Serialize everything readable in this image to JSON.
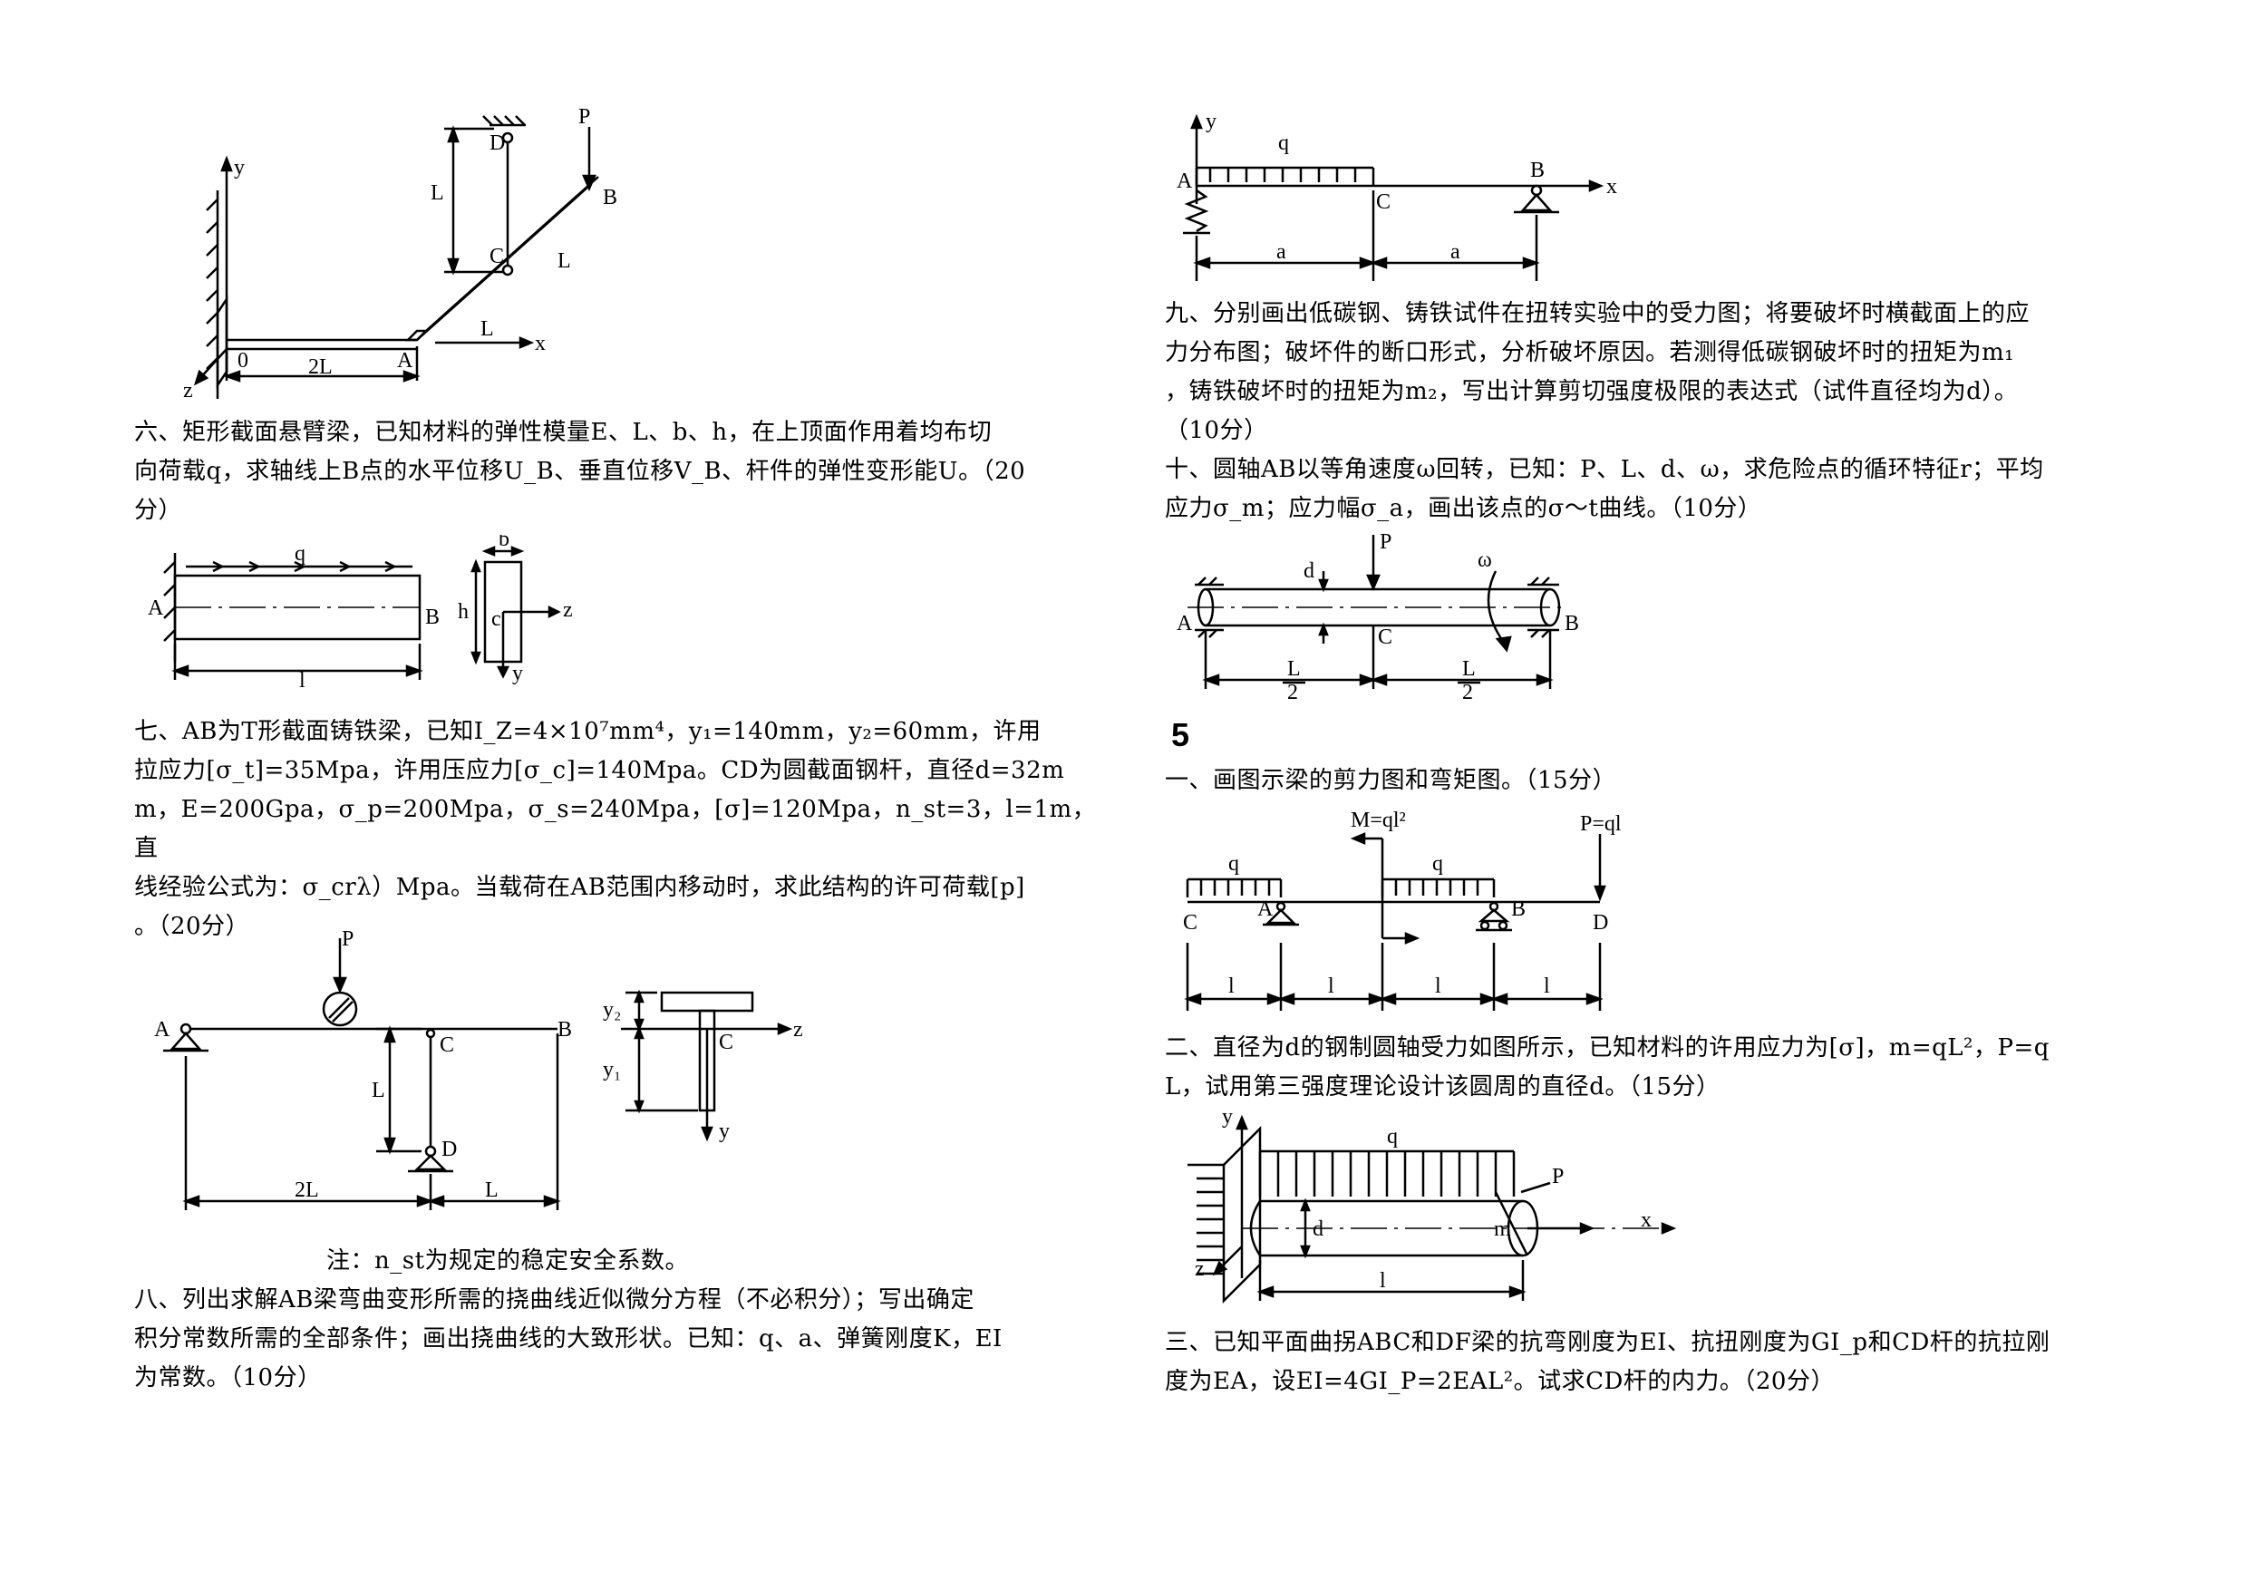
{
  "left": {
    "q6": {
      "lines": [
        "六、矩形截面悬臂梁，已知材料的弹性模量E、L、b、h，在上顶面作用着均布切",
        "向荷载q，求轴线上B点的水平位移U_B、垂直位移V_B、杆件的弹性变形能U。（20",
        "分）"
      ],
      "fig1_labels": {
        "P": "P",
        "D": "D",
        "L1": "L",
        "C": "C",
        "B": "B",
        "L2": "L",
        "y": "y",
        "O": "0",
        "A": "A",
        "L3": "L",
        "x": "x",
        "z": "z",
        "twoL": "2L"
      },
      "fig2_labels": {
        "q": "q",
        "A": "A",
        "B": "B",
        "l": "l",
        "b": "b",
        "h": "h",
        "c": "c",
        "z": "z",
        "y": "y"
      }
    },
    "q7": {
      "lines": [
        "七、AB为T形截面铸铁梁，已知I_Z=4×10⁷mm⁴，y₁=140mm，y₂=60mm，许用",
        "拉应力[σ_t]=35Mpa，许用压应力[σ_c]=140Mpa。CD为圆截面钢杆，直径d=32m",
        "m，E=200Gpa，σ_p=200Mpa，σ_s=240Mpa，[σ]=120Mpa，n_st=3，l=1m，直",
        "线经验公式为：σ_crλ）Mpa。当载荷在AB范围内移动时，求此结构的许可荷载[p]",
        "。（20分）"
      ],
      "fig_labels": {
        "P": "P",
        "A": "A",
        "B": "B",
        "C": "C",
        "D": "D",
        "L": "L",
        "twoL": "2L",
        "L2": "L",
        "y2": "y₂",
        "y1": "y₁",
        "C2": "C",
        "z": "z",
        "y": "y"
      },
      "note": "注：n_st为规定的稳定安全系数。"
    },
    "q8": {
      "lines": [
        "八、列出求解AB梁弯曲变形所需的挠曲线近似微分方程（不必积分）；写出确定",
        "积分常数所需的全部条件；画出挠曲线的大致形状。已知：q、a、弹簧刚度K，EI",
        "为常数。（10分）"
      ]
    }
  },
  "right": {
    "fig8_labels": {
      "y": "y",
      "q": "q",
      "A": "A",
      "C": "C",
      "B": "B",
      "x": "x",
      "a1": "a",
      "a2": "a"
    },
    "q9": {
      "lines": [
        "九、分别画出低碳钢、铸铁试件在扭转实验中的受力图；将要破坏时横截面上的应",
        "力分布图；破坏件的断口形式，分析破坏原因。若测得低碳钢破坏时的扭矩为m₁",
        "，铸铁破坏时的扭矩为m₂，写出计算剪切强度极限的表达式（试件直径均为d）。",
        "（10分）"
      ]
    },
    "q10": {
      "lines": [
        "十、圆轴AB以等角速度ω回转，已知：P、L、d、ω，求危险点的循环特征r；平均",
        "应力σ_m；应力幅σ_a，画出该点的σ～t曲线。（10分）"
      ],
      "fig_labels": {
        "P": "P",
        "d": "d",
        "omega": "ω",
        "A": "A",
        "B": "B",
        "C": "C",
        "L": "L",
        "two": "2"
      }
    },
    "section": "5",
    "q1": {
      "lines": [
        "一、画图示梁的剪力图和弯矩图。（15分）"
      ],
      "fig_labels": {
        "M": "M=ql²",
        "q1": "q",
        "q2": "q",
        "P": "P=ql",
        "C": "C",
        "A": "A",
        "B": "B",
        "D": "D",
        "l": "l"
      }
    },
    "q2": {
      "lines": [
        "二、直径为d的钢制圆轴受力如图所示，已知材料的许用应力为[σ]，m=qL²，P=q",
        "L，试用第三强度理论设计该圆周的直径d。（15分）"
      ],
      "fig_labels": {
        "y": "y",
        "q": "q",
        "P": "P",
        "d": "d",
        "m": "m",
        "x": "x",
        "z": "z",
        "l": "l"
      }
    },
    "q3": {
      "lines": [
        "三、已知平面曲拐ABC和DF梁的抗弯刚度为EI、抗扭刚度为GI_p和CD杆的抗拉刚",
        "度为EA，设EI=4GI_P=2EAL²。试求CD杆的内力。（20分）"
      ]
    }
  }
}
